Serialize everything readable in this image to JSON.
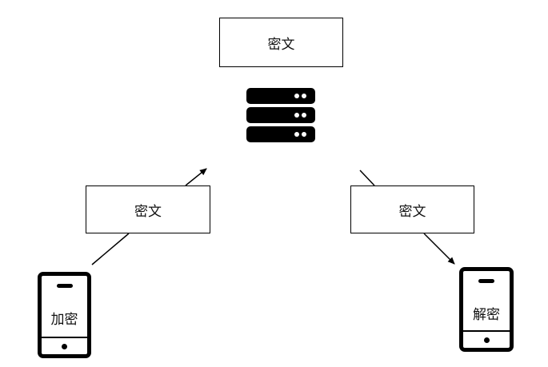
{
  "diagram": {
    "top_box": {
      "label": "密文"
    },
    "left_box": {
      "label": "密文"
    },
    "right_box": {
      "label": "密文"
    },
    "server": {
      "icon": "server-icon",
      "units": 3
    },
    "sender_phone": {
      "icon": "smartphone-icon",
      "label": "加密"
    },
    "receiver_phone": {
      "icon": "smartphone-icon",
      "label": "解密"
    },
    "colors": {
      "stroke": "#000000",
      "background": "#ffffff"
    }
  }
}
